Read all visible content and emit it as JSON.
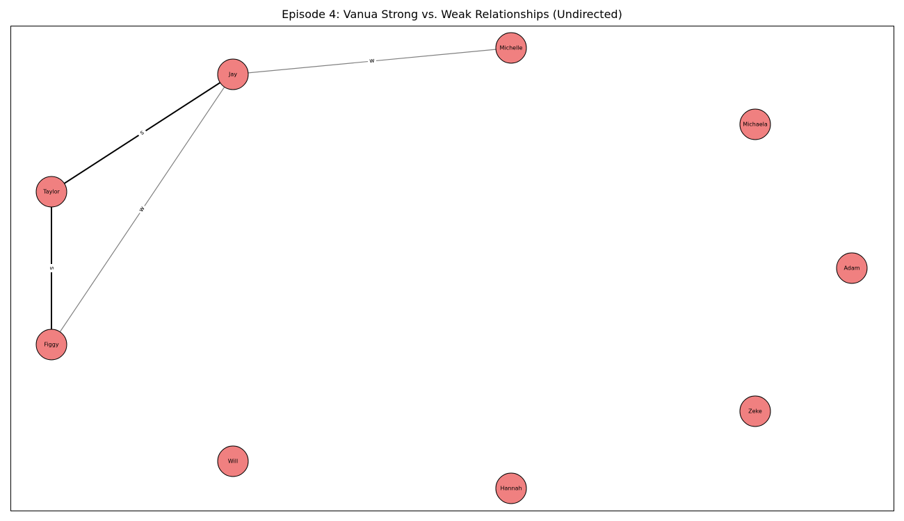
{
  "title": "Episode 4: Vanua Strong vs. Weak Relationships (Undirected)",
  "colors": {
    "node_fill": "#f08080",
    "node_stroke": "#000000",
    "strong_edge": "#000000",
    "weak_edge": "#808080"
  },
  "nodes": [
    {
      "id": "Jay",
      "label": "Jay"
    },
    {
      "id": "Michelle",
      "label": "Michelle"
    },
    {
      "id": "Michaela",
      "label": "Michaela"
    },
    {
      "id": "Taylor",
      "label": "Taylor"
    },
    {
      "id": "Adam",
      "label": "Adam"
    },
    {
      "id": "Figgy",
      "label": "Figgy"
    },
    {
      "id": "Zeke",
      "label": "Zeke"
    },
    {
      "id": "Will",
      "label": "Will"
    },
    {
      "id": "Hannah",
      "label": "Hannah"
    }
  ],
  "edges": [
    {
      "source": "Jay",
      "target": "Michelle",
      "type": "weak",
      "label": "w"
    },
    {
      "source": "Jay",
      "target": "Taylor",
      "type": "strong",
      "label": "s"
    },
    {
      "source": "Jay",
      "target": "Figgy",
      "type": "weak",
      "label": "w"
    },
    {
      "source": "Taylor",
      "target": "Figgy",
      "type": "strong",
      "label": "s"
    }
  ]
}
